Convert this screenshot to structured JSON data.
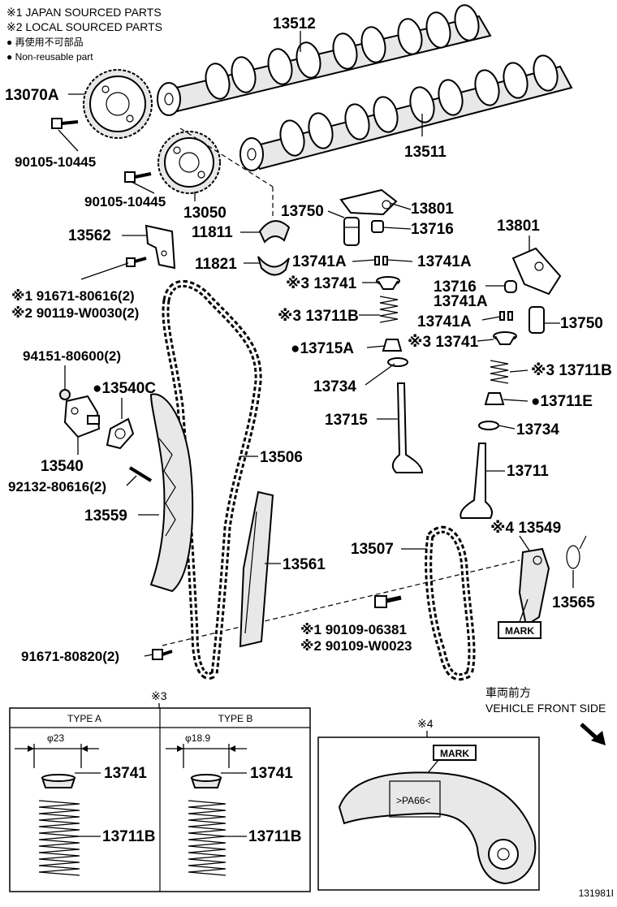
{
  "notes": {
    "japan": "※1 JAPAN SOURCED PARTS",
    "local": "※2 LOCAL SOURCED PARTS",
    "nonreuse_jp": "● 再使用不可部品",
    "nonreuse_en": "● Non-reusable part"
  },
  "labels": {
    "p13512": "13512",
    "p13070a": "13070A",
    "p13511": "13511",
    "p90105a": "90105-10445",
    "p90105b": "90105-10445",
    "p13050": "13050",
    "p13750a": "13750",
    "p13801a": "13801",
    "p13716a": "13716",
    "p13562": "13562",
    "p11811": "11811",
    "p11821": "11821",
    "p13741a_l": "13741A",
    "p13741a_r": "13741A",
    "p13801b": "13801",
    "p91671a_jp": "※1 91671-80616(2)",
    "p90119_loc": "※2 90119-W0030(2)",
    "p13741_l": "※3 13741",
    "p13716b": "13716",
    "p13741a_b1": "13741A",
    "p13711b_l": "※3 13711B",
    "p13741a_b2": "13741A",
    "p13750b": "13750",
    "p13715a": "●13715A",
    "p13741_r": "※3 13741",
    "p94151": "94151-80600(2)",
    "p13540c": "●13540C",
    "p13734a": "13734",
    "p13711b_r": "※3 13711B",
    "p13711e": "●13711E",
    "p13715": "13715",
    "p13734b": "13734",
    "p13506": "13506",
    "p13540": "13540",
    "p92132": "92132-80616(2)",
    "p13711": "13711",
    "p13559": "13559",
    "p13549": "※4 13549",
    "p13507": "13507",
    "p13561": "13561",
    "p13565": "13565",
    "mark1": "MARK",
    "p90109_jp": "※1 90109-06381",
    "p90109_loc": "※2 90109-W0023",
    "p91671b": "91671-80820(2)",
    "front_jp": "車両前方",
    "front_en": "VEHICLE FRONT SIDE"
  },
  "detail3": {
    "ref": "※3",
    "type_a": "TYPE A",
    "type_b": "TYPE B",
    "dia_a": "φ23",
    "dia_b": "φ18.9",
    "retainer_a": "13741",
    "retainer_b": "13741",
    "spring_a": "13711B",
    "spring_b": "13711B"
  },
  "detail4": {
    "ref": "※4",
    "mark": "MARK",
    "stamp": ">PA66<"
  },
  "diagram_id": "131981I"
}
